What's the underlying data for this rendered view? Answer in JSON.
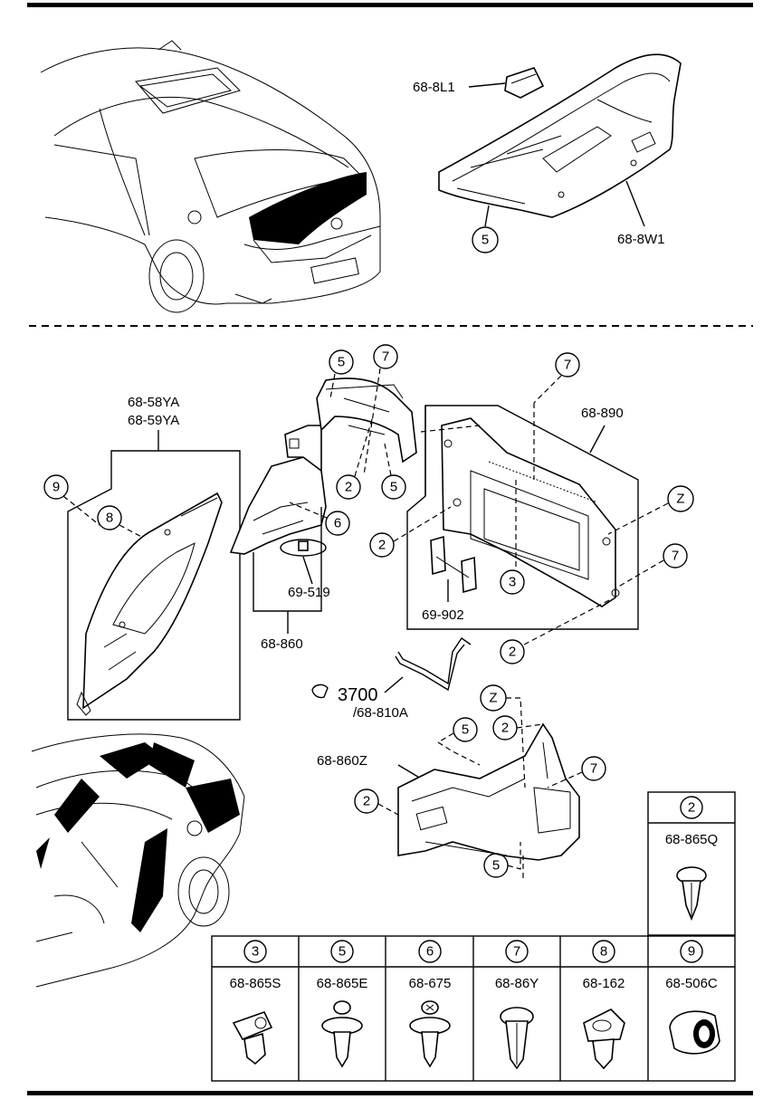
{
  "callouts": {
    "c_5_top": "5",
    "c_7_a": "7",
    "c_5_a": "5",
    "c_2_a": "2",
    "c_5_b": "5",
    "c_6": "6",
    "c_7_b": "7",
    "c_z_a": "Z",
    "c_2_b": "2",
    "c_7_c": "7",
    "c_3": "3",
    "c_2_c": "2",
    "c_9": "9",
    "c_8": "8",
    "c_z_b": "Z",
    "c_5_c": "5",
    "c_2_d": "2",
    "c_7_d": "7",
    "c_2_e": "2",
    "c_5_d": "5"
  },
  "parts": {
    "p_688l1": "68-8L1",
    "p_688w1": "68-8W1",
    "p_6858ya": "68-58YA",
    "p_6859ya": "68-59YA",
    "p_68890": "68-890",
    "p_69519": "69-519",
    "p_68860": "68-860",
    "p_69902": "69-902",
    "p_3700": "3700",
    "p_68810a": "/68-810A",
    "p_68860z": "68-860Z"
  },
  "legend": {
    "top": {
      "num": "2",
      "code": "68-865Q"
    },
    "row": [
      {
        "num": "3",
        "code": "68-865S"
      },
      {
        "num": "5",
        "code": "68-865E"
      },
      {
        "num": "6",
        "code": "68-675"
      },
      {
        "num": "7",
        "code": "68-86Y"
      },
      {
        "num": "8",
        "code": "68-162"
      },
      {
        "num": "9",
        "code": "68-506C"
      }
    ]
  }
}
